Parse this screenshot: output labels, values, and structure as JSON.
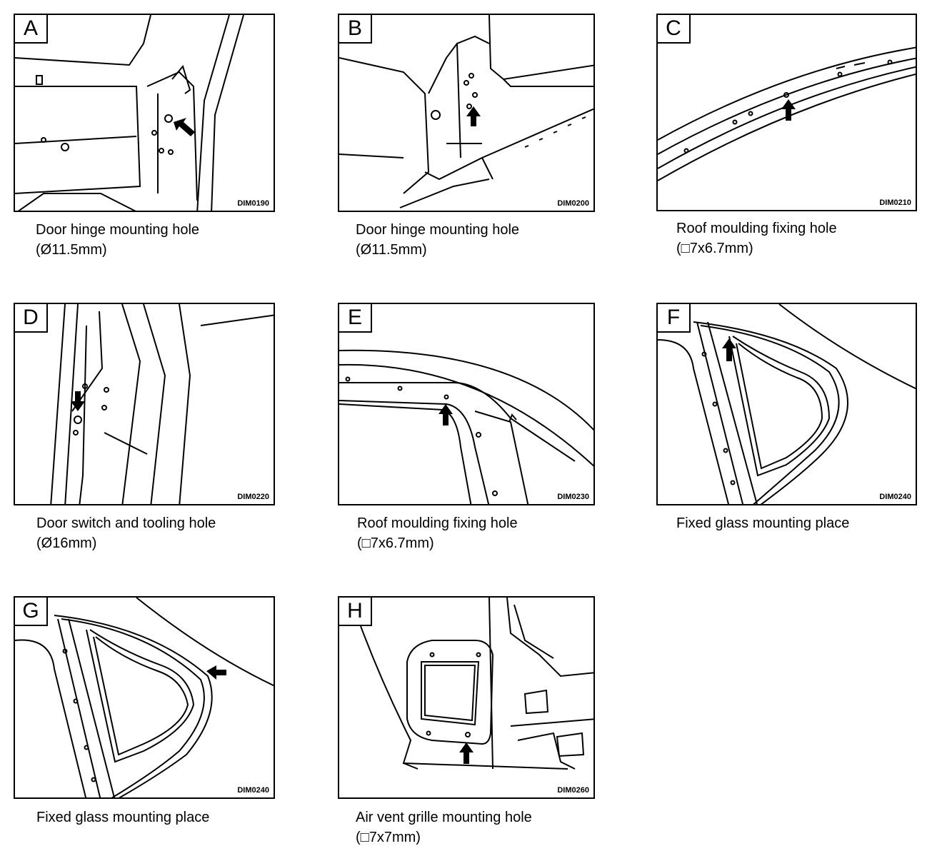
{
  "panels": [
    {
      "letter": "A",
      "code": "DIM0190",
      "caption": "Door hinge mounting hole",
      "spec": "(Ø11.5mm)"
    },
    {
      "letter": "B",
      "code": "DIM0200",
      "caption": "Door hinge mounting hole",
      "spec": "(Ø11.5mm)"
    },
    {
      "letter": "C",
      "code": "DIM0210",
      "caption": "Roof moulding fixing hole",
      "spec": "(□7x6.7mm)"
    },
    {
      "letter": "D",
      "code": "DIM0220",
      "caption": "Door switch and tooling hole",
      "spec": "(Ø16mm)"
    },
    {
      "letter": "E",
      "code": "DIM0230",
      "caption": "Roof moulding fixing hole",
      "spec": "(□7x6.7mm)"
    },
    {
      "letter": "F",
      "code": "DIM0240",
      "caption": "Fixed glass mounting place",
      "spec": ""
    },
    {
      "letter": "G",
      "code": "DIM0240",
      "caption": "Fixed glass mounting place",
      "spec": ""
    },
    {
      "letter": "H",
      "code": "DIM0260",
      "caption": "Air vent grille mounting hole",
      "spec": "(□7x7mm)"
    }
  ]
}
